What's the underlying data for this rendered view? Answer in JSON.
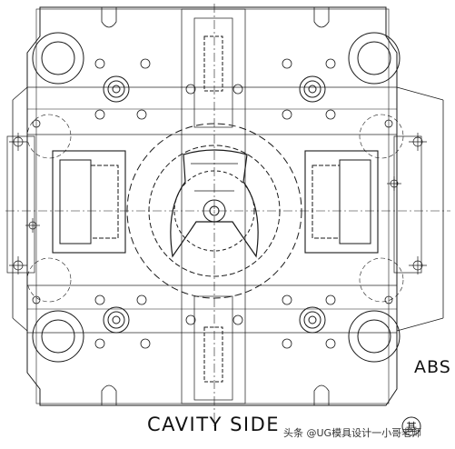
{
  "drawing": {
    "view_label": "CAVITY SIDE",
    "side_label": "ABS",
    "watermark": "头条 @UG模具设计一小哥老师",
    "stamp_mark": "基"
  },
  "colors": {
    "line": "#1a1a1a",
    "background": "#ffffff"
  }
}
